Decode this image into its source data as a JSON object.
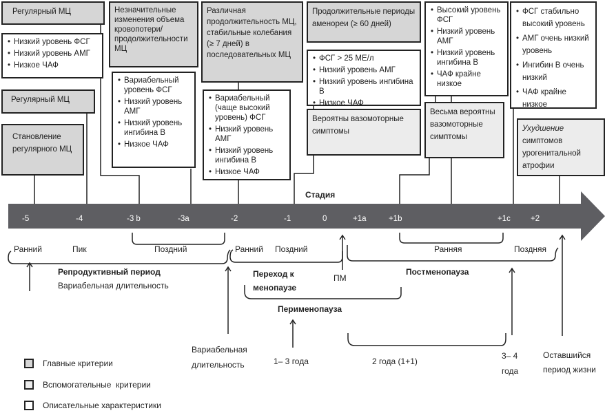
{
  "colors": {
    "major": "#d6d6d6",
    "minor": "#ececec",
    "desc": "#ffffff",
    "bar": "#5e5e62"
  },
  "boxes": {
    "reg1": "Регулярный МЦ",
    "desc1": [
      "Низкий уровень ФСГ",
      "Низкий уровень АМГ",
      "Низкое ЧАФ"
    ],
    "reg2": "Регулярный МЦ",
    "start": "Становление регулярного МЦ",
    "minor_changes": "Незначительные изменения объема кровопотери/ продолжительности МЦ",
    "desc_m3b": [
      "Вариабельный уровень ФСГ",
      "Низкий уровень АМГ",
      "Низкий уровень ингибина В",
      "Низкое ЧАФ"
    ],
    "variable_len": "Различная продолжительность МЦ, стабильные колебания (≥ 7 дней) в последовательных МЦ",
    "desc_m2": [
      "Вариабельный (чаще высокий уровень) ФСГ",
      "Низкий уровень АМГ",
      "Низкий уровень ингибина В",
      "Низкое ЧАФ"
    ],
    "amenorrhea": "Продолжительные периоды аменореи (≥ 60 дней)",
    "desc_m1": [
      "ФСГ > 25 МЕ/л",
      "Низкий уровень АМГ",
      "Низкий уровень ингибина В",
      "Низкое ЧАФ"
    ],
    "vaso1": "Вероятны вазомоторные симптомы",
    "desc_p1": [
      "Высокий уровень ФСГ",
      "Низкий уровень АМГ",
      "Низкий уровень ингибина В",
      "ЧАФ крайне низкое"
    ],
    "vaso2": "Весьма вероятны вазомоторные симптомы",
    "desc_p2": [
      "ФСГ стабильно высокий уровень",
      "АМГ очень низкий уровень",
      "Ингибин В очень низкий",
      "ЧАФ крайне низкое"
    ],
    "atrophy_em": "Ухудшение",
    "atrophy_rest": "симптомов урогенитальной атрофии"
  },
  "bar": {
    "title": "Стадия",
    "stages": [
      "-5",
      "-4",
      "-3 b",
      "-3a",
      "-2",
      "-1",
      "0",
      "+1a",
      "+1b",
      "+1c",
      "+2"
    ]
  },
  "labels": {
    "early1": "Ранний",
    "peak": "Пик",
    "late1": "Поздний",
    "early2": "Ранний",
    "late2": "Поздний",
    "early3": "Ранняя",
    "late3": "Поздняя",
    "repro": "Репродуктивный период",
    "repro_dur": "Вариабельная длительность",
    "transition": "Переход к менопаузе",
    "pm": "ПМ",
    "postmeno": "Постменопауза",
    "perimeno": "Перименопауза",
    "var_dur": "Вариабельная длительность",
    "y13": "1– 3 года",
    "y2": "2 года (1+1)",
    "y34": "3– 4 года",
    "rest_life": "Оставшийся период жизни"
  },
  "legend": [
    "Главные критерии",
    "Вспомогательные  критерии",
    "Описательные характеристики"
  ]
}
